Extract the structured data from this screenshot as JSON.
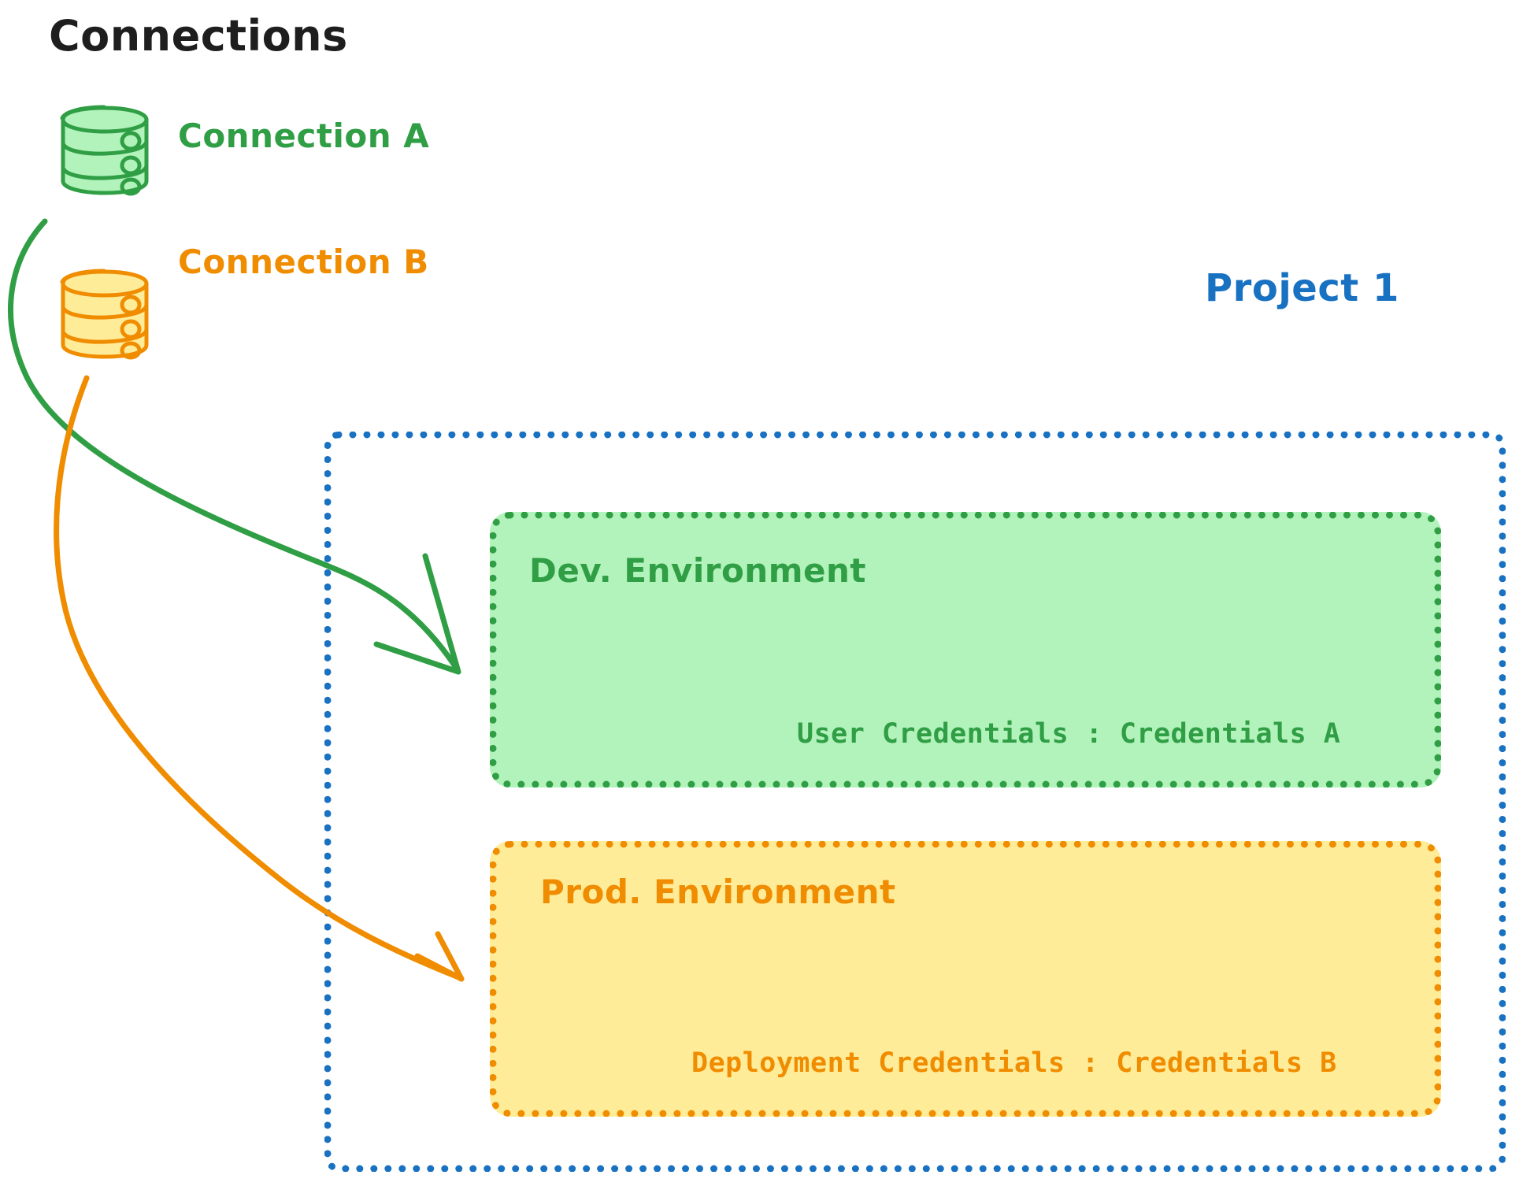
{
  "diagram": {
    "title": "Connections",
    "type": "architecture-diagram"
  },
  "connections_panel": {
    "heading": "Connections",
    "items": [
      {
        "label": "Connection A",
        "icon": "database-icon",
        "color": "#2f9e44",
        "fill": "#b2f2bb",
        "targets": "Dev. Environment"
      },
      {
        "label": "Connection B",
        "icon": "database-icon",
        "color": "#f08c00",
        "fill": "#ffec99",
        "targets": "Prod. Environment"
      }
    ]
  },
  "project": {
    "title": "Project 1",
    "border_color": "#1971c2",
    "border_style": "dotted",
    "environments": [
      {
        "name": "Dev. Environment",
        "color": "#2f9e44",
        "fill": "#b2f2bb",
        "credential_label": "User Credentials",
        "credential_separator": ":",
        "credential_value": "Credentials A",
        "credential_text": "User Credentials : Credentials A"
      },
      {
        "name": "Prod. Environment",
        "color": "#f08c00",
        "fill": "#ffec99",
        "credential_label": "Deployment Credentials",
        "credential_separator": ":",
        "credential_value": "Credentials B",
        "credential_text": "Deployment Credentials : Credentials B"
      }
    ]
  },
  "arrows": [
    {
      "name": "connection-a-to-dev",
      "from": "Connection A",
      "to": "Dev. Environment",
      "color": "#2f9e44"
    },
    {
      "name": "connection-b-to-prod",
      "from": "Connection B",
      "to": "Prod. Environment",
      "color": "#f08c00"
    }
  ],
  "colors": {
    "green_stroke": "#2f9e44",
    "green_fill": "#b2f2bb",
    "orange_stroke": "#f08c00",
    "orange_fill": "#ffec99",
    "blue_stroke": "#1971c2",
    "text_dark": "#1e1e1e",
    "background": "#ffffff"
  }
}
